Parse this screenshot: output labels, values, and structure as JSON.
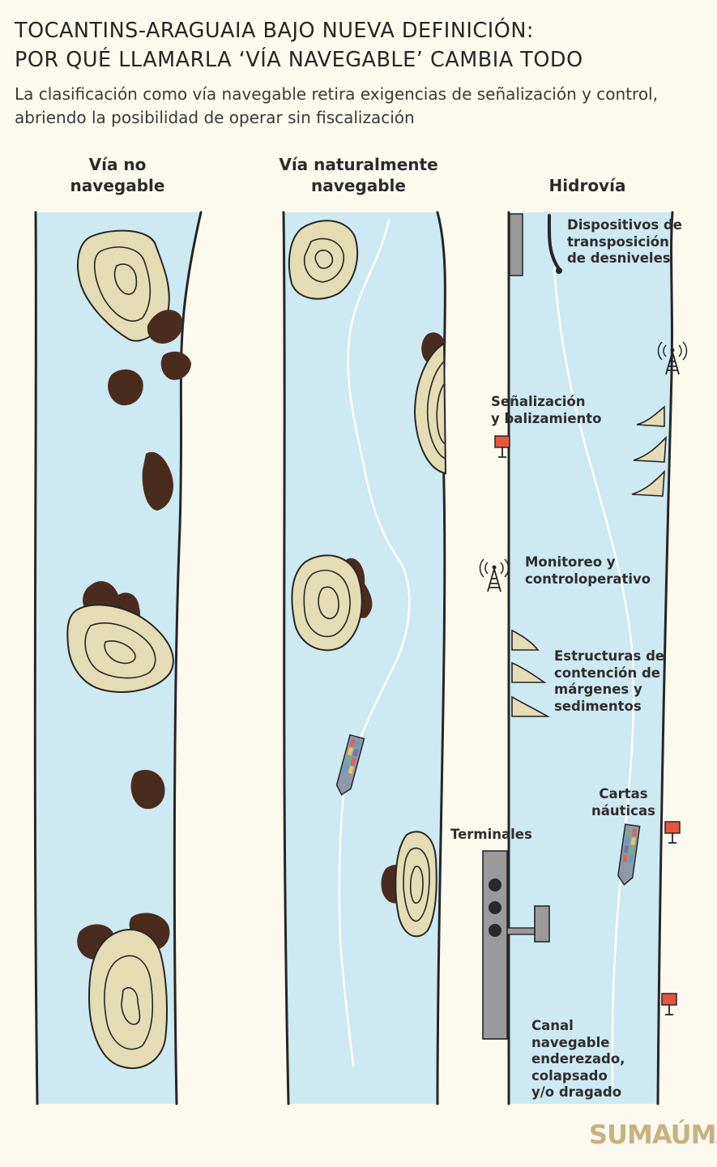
{
  "title": {
    "line1": "TOCANTINS-ARAGUAIA BAJO NUEVA DEFINICIÓN:",
    "line2": "POR QUÉ LLAMARLA ‘VÍA NAVEGABLE’ CAMBIA TODO"
  },
  "subtitle": "La clasificación como vía navegable retira exigencias de señalización y control, abriendo la posibilidad de operar sin fiscalización",
  "columns": {
    "col1": {
      "line1": "Vía no",
      "line2": "navegable"
    },
    "col2": {
      "line1": "Vía naturalmente",
      "line2": "navegable"
    },
    "col3": {
      "line1": "Hidrovía"
    }
  },
  "labels": {
    "dispositivos": [
      "Dispositivos de",
      "transposición",
      "de desniveles"
    ],
    "senalizacion": [
      "Señalización",
      "y balizamiento"
    ],
    "monitoreo": [
      "Monitoreo y",
      "controloperativo"
    ],
    "estructuras": [
      "Estructuras de",
      "contención de",
      "márgenes y",
      "sedimentos"
    ],
    "cartas": [
      "Cartas",
      "náuticas"
    ],
    "terminales": [
      "Terminales"
    ],
    "canal": [
      "Canal",
      "navegable",
      "enderezado,",
      "colapsado",
      "y/o dragado"
    ]
  },
  "logo": {
    "text": "SUMAÚMA"
  },
  "colors": {
    "background": "#fcf9ef",
    "water": "#cde9f2",
    "bank_line": "#262626",
    "sandbar": "#e3dcb4",
    "rock": "#4a2c1e",
    "signal": "#e8553b",
    "terminal": "#9a9a9a",
    "logo": "#c9b182"
  },
  "icons": [
    "antenna-tower-icon",
    "signal-marker-icon",
    "barge-icon",
    "lock-gate-icon"
  ]
}
